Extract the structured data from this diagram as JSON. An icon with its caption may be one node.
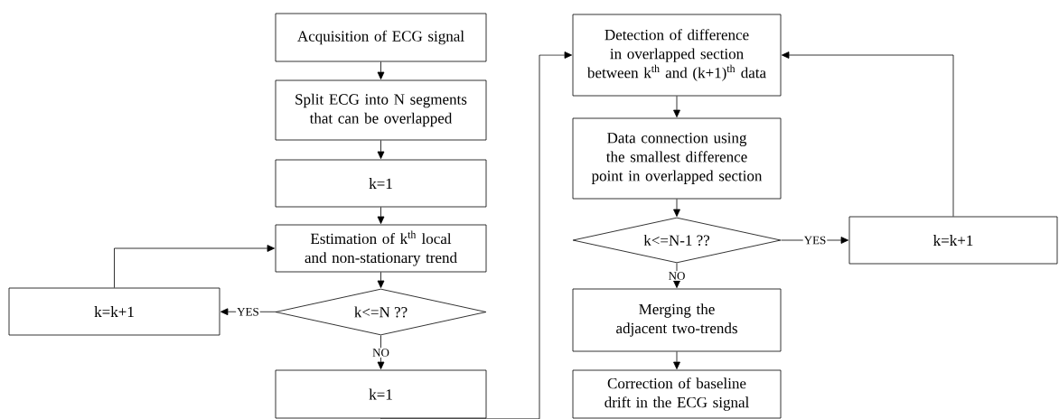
{
  "diagram": {
    "nodes": [
      {
        "text": [
          "Acquisition of ECG signal"
        ]
      },
      {
        "text": [
          "Split ECG into N segments that can be overlapped"
        ]
      },
      {
        "text": [
          "k=1"
        ]
      },
      {
        "text": [
          "Estimation of k$^{th}$ local and non-stationary trend"
        ]
      },
      {
        "text": [
          "k<=N  ??"
        ]
      },
      {
        "text": [
          "k=k+1"
        ]
      },
      {
        "text": [
          "k=1"
        ]
      },
      {
        "text": [
          "Detection of difference in overlapped section between k$^{th}$ and (k+1)$^{th}$ data"
        ]
      },
      {
        "text": [
          "Data connection using the smallest difference point in overlapped section"
        ]
      },
      {
        "text": [
          "k<=N-1  ??"
        ]
      },
      {
        "text": [
          "k=k+1"
        ]
      },
      {
        "text": [
          "Merging the adjacent two-trends"
        ]
      },
      {
        "text": [
          "Correction of baseline drift in the ECG signal"
        ]
      }
    ],
    "edges": [
      {
        "from": 0,
        "to": 1,
        "arrow": "to"
      },
      {
        "from": 1,
        "to": 2,
        "arrow": "to"
      },
      {
        "from": 2,
        "to": 3,
        "arrow": "to"
      },
      {
        "from": 3,
        "to": 4,
        "arrow": "to"
      },
      {
        "from": 4,
        "to": 5,
        "arrow": "to",
        "label": "YES"
      },
      {
        "from": 5,
        "to": 3,
        "arrow": "to"
      },
      {
        "from": 4,
        "to": 6,
        "arrow": "to",
        "label": "NO"
      },
      {
        "from": 6,
        "to": 7,
        "arrow": "to"
      },
      {
        "from": 7,
        "to": 8,
        "arrow": "to"
      },
      {
        "from": 8,
        "to": 9,
        "arrow": "to"
      },
      {
        "from": 9,
        "to": 10,
        "arrow": "to",
        "label": "YES"
      },
      {
        "from": 10,
        "to": 7,
        "arrow": "to"
      },
      {
        "from": 9,
        "to": 11,
        "arrow": "to",
        "label": "NO"
      },
      {
        "from": 11,
        "to": 12,
        "arrow": "to"
      }
    ]
  }
}
